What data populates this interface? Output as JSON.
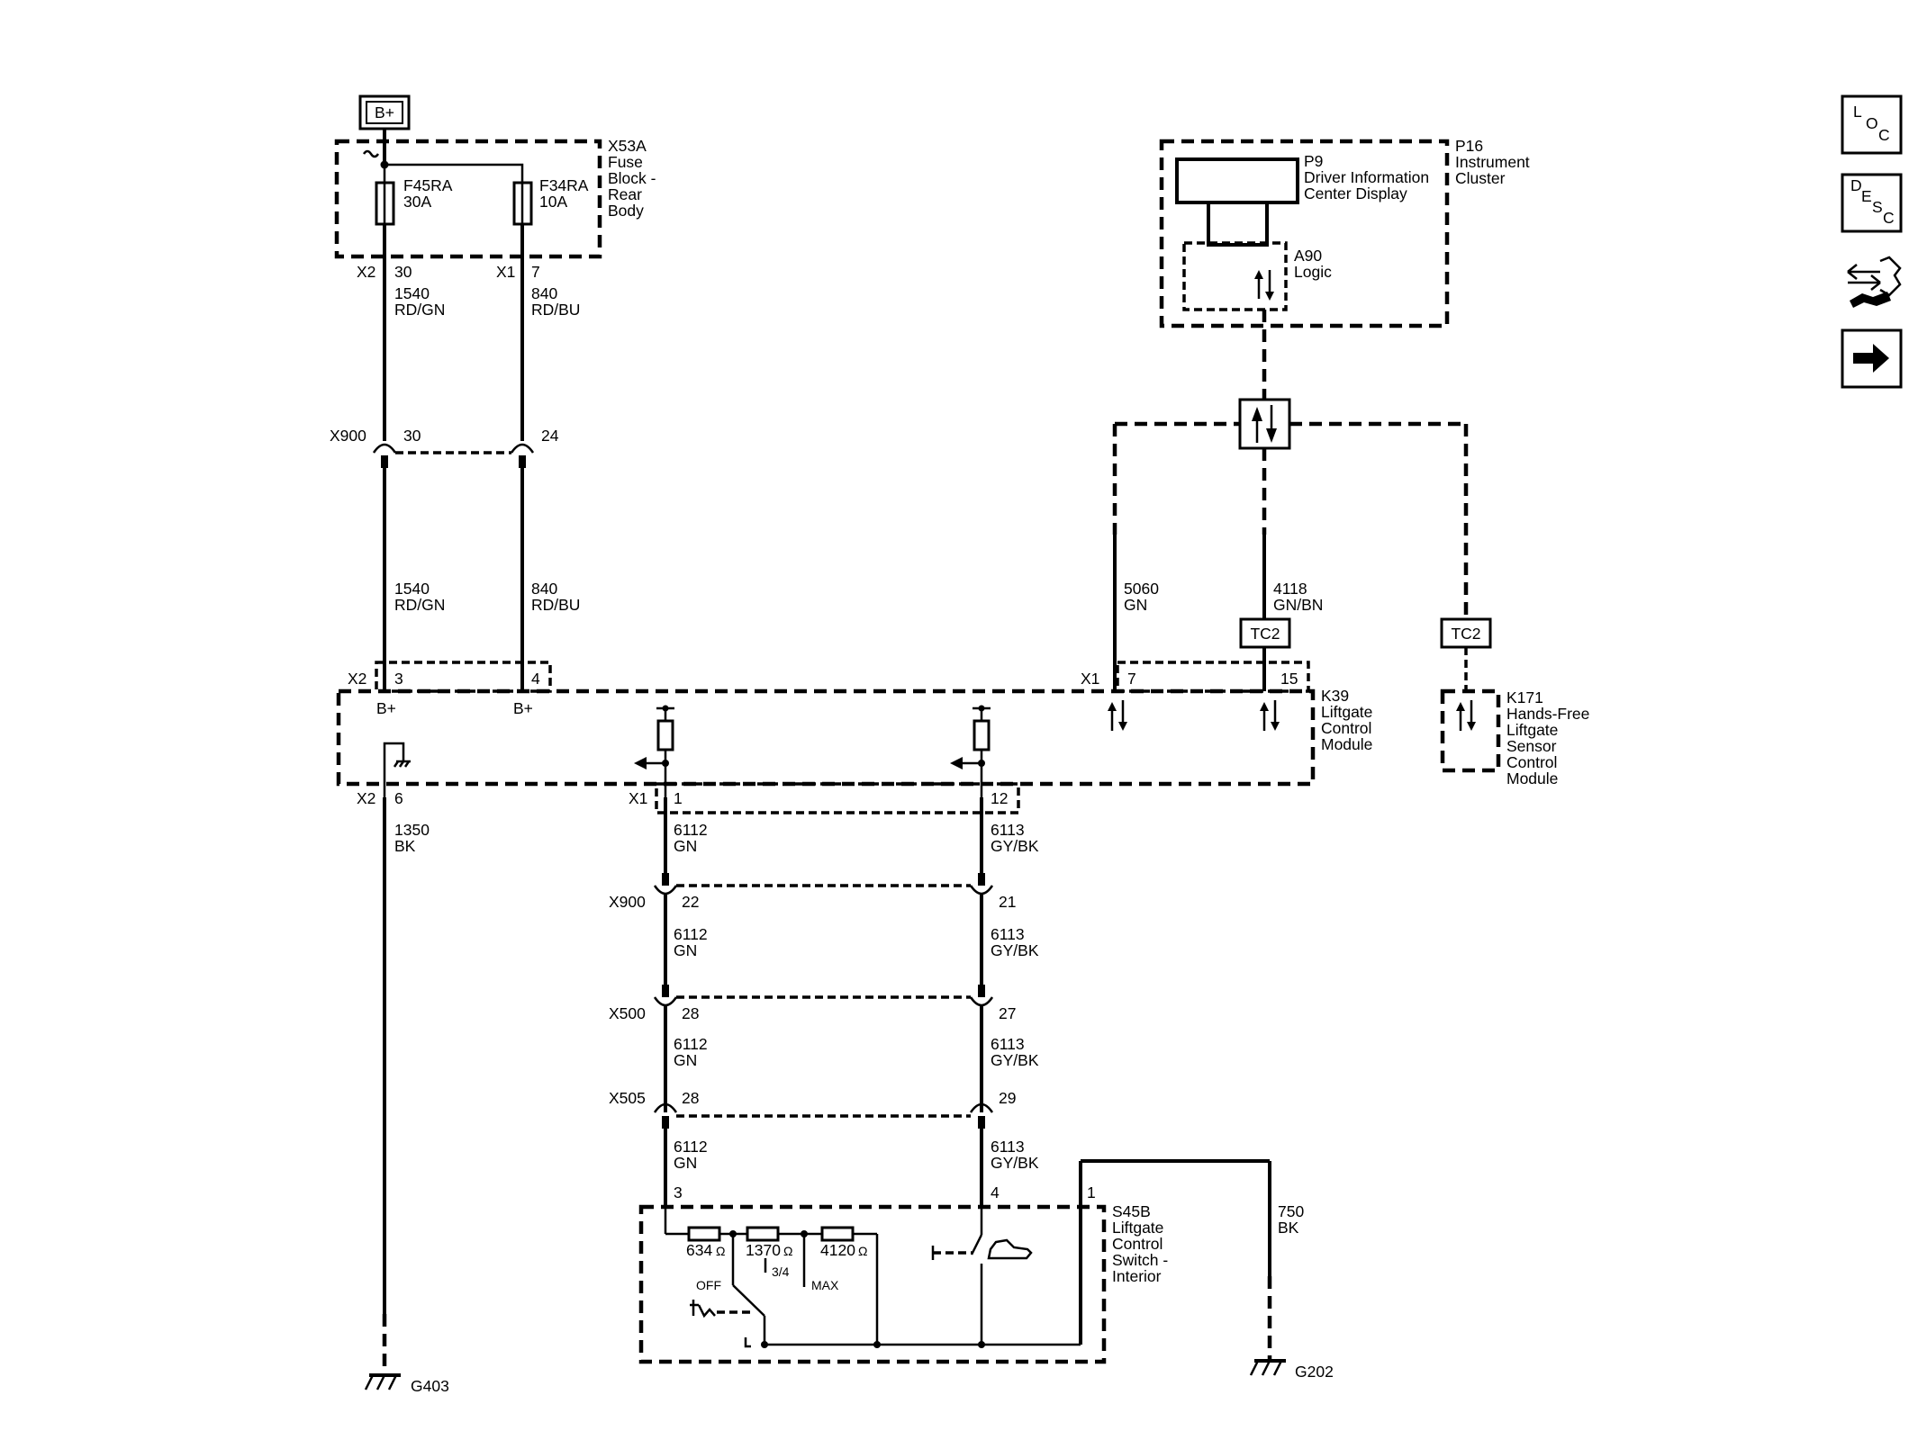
{
  "power": {
    "label": "B+"
  },
  "x53a": {
    "title": [
      "X53A",
      "Fuse",
      "Block -",
      "Rear",
      "Body"
    ]
  },
  "fuses": [
    {
      "name": "F45RA",
      "rating": "30A"
    },
    {
      "name": "F34RA",
      "rating": "10A"
    }
  ],
  "x53a_pins": {
    "left_conn": "X2",
    "left_pin": "30",
    "right_conn": "X1",
    "right_pin": "7"
  },
  "wires": {
    "w1540": [
      "1540",
      "RD/GN"
    ],
    "w840": [
      "840",
      "RD/BU"
    ],
    "w1350": [
      "1350",
      "BK"
    ],
    "w6112": [
      "6112",
      "GN"
    ],
    "w6113": [
      "6113",
      "GY/BK"
    ],
    "w5060": [
      "5060",
      "GN"
    ],
    "w4118": [
      "4118",
      "GN/BN"
    ],
    "w750": [
      "750",
      "BK"
    ]
  },
  "x900_upper": {
    "name": "X900",
    "pin_a": "30",
    "pin_b": "24"
  },
  "k39": {
    "title": [
      "K39",
      "Liftgate",
      "Control",
      "Module"
    ],
    "x2_conn": "X2",
    "pin3": "3",
    "pin4": "4",
    "bplus": "B+",
    "x1_conn": "X1",
    "pin7": "7",
    "pin15": "15",
    "x2b_conn": "X2",
    "pin6": "6",
    "x1b_conn": "X1",
    "pin1": "1",
    "pin12": "12"
  },
  "x900_lower": {
    "name": "X900",
    "pin_a": "22",
    "pin_b": "21"
  },
  "x500": {
    "name": "X500",
    "pin_a": "28",
    "pin_b": "27"
  },
  "x505": {
    "name": "X505",
    "pin_a": "28",
    "pin_b": "29"
  },
  "s45b": {
    "title": [
      "S45B",
      "Liftgate",
      "Control",
      "Switch -",
      "Interior"
    ],
    "pin3": "3",
    "pin4": "4",
    "pin1": "1",
    "r1": "634",
    "r2": "1370",
    "r3": "4120",
    "ohm": "Ω",
    "off": "OFF",
    "three_quarter": "3/4",
    "max": "MAX"
  },
  "grounds": {
    "g403": "G403",
    "g202": "G202"
  },
  "p16": {
    "title": [
      "P16",
      "Instrument",
      "Cluster"
    ]
  },
  "p9": {
    "title": [
      "P9",
      "Driver Information",
      "Center Display"
    ]
  },
  "a90": {
    "title": [
      "A90",
      "Logic"
    ]
  },
  "tc2": {
    "left": "TC2",
    "right": "TC2"
  },
  "k171": {
    "title": [
      "K171",
      "Hands-Free",
      "Liftgate",
      "Sensor",
      "Control",
      "Module"
    ]
  },
  "side_buttons": {
    "loc": [
      "L",
      "O",
      "C"
    ],
    "desc": [
      "D",
      "E",
      "S",
      "C"
    ]
  }
}
